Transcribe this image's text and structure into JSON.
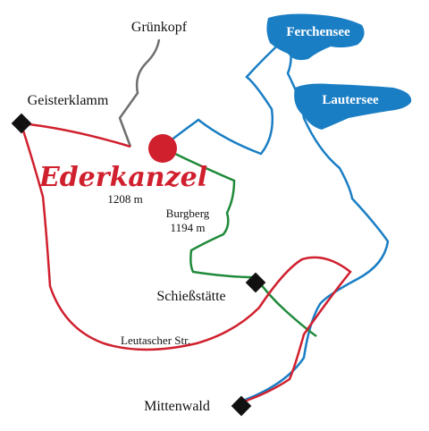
{
  "colors": {
    "red_route": "#d0202e",
    "blue_route": "#1a7ec4",
    "green_route": "#1f8a3a",
    "grey_route": "#6e6e6e",
    "lake_fill": "#1a7ec4",
    "summit_fill": "#d0202e",
    "waypoint_fill": "#111111"
  },
  "icons": {
    "summit": "red-circle",
    "waypoint": "black-diamond"
  },
  "places": {
    "gruenkopf": "Grünkopf",
    "geisterklamm": "Geisterklamm",
    "ederkanzel": "Ederkanzel",
    "ederkanzel_elevation": "1208 m",
    "burgberg": "Burgberg",
    "burgberg_elevation": "1194 m",
    "schiessstaette": "Schießstätte",
    "leutascher_str": "Leutascher Str.",
    "mittenwald": "Mittenwald"
  },
  "lakes": {
    "ferchensee": "Ferchensee",
    "lautersee": "Lautersee"
  }
}
